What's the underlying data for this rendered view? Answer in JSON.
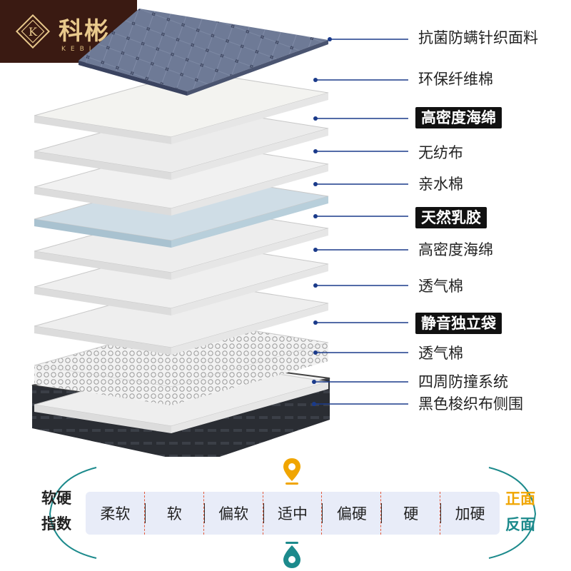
{
  "brand": {
    "name_cn": "科彬",
    "name_en": "KEBIN",
    "emblem_letter": "K",
    "colors": {
      "bg": "#3a1a12",
      "gold": "#e9c98c"
    }
  },
  "layers": [
    {
      "label": "抗菌防螨针织面料",
      "highlight": false
    },
    {
      "label": "环保纤维棉",
      "highlight": false
    },
    {
      "label": "高密度海绵",
      "highlight": true
    },
    {
      "label": "无纺布",
      "highlight": false
    },
    {
      "label": "亲水棉",
      "highlight": false
    },
    {
      "label": "天然乳胶",
      "highlight": true
    },
    {
      "label": "高密度海绵",
      "highlight": false
    },
    {
      "label": "透气棉",
      "highlight": false
    },
    {
      "label": "静音独立袋",
      "highlight": true
    },
    {
      "label": "透气棉",
      "highlight": false
    },
    {
      "label": "四周防撞系统",
      "highlight": false
    },
    {
      "label": "黑色梭织布侧围",
      "highlight": false
    }
  ],
  "firmness": {
    "title_line1": "软硬",
    "title_line2": "指数",
    "levels": [
      "柔软",
      "软",
      "偏软",
      "适中",
      "偏硬",
      "硬",
      "加硬"
    ],
    "front_label": "正面",
    "back_label": "反面",
    "front_marker_icon": "location-pin-icon",
    "back_marker_icon": "drop-pin-icon",
    "colors": {
      "front": "#f0a500",
      "back": "#1c8a8c",
      "leader": "#1a3a8a"
    }
  }
}
